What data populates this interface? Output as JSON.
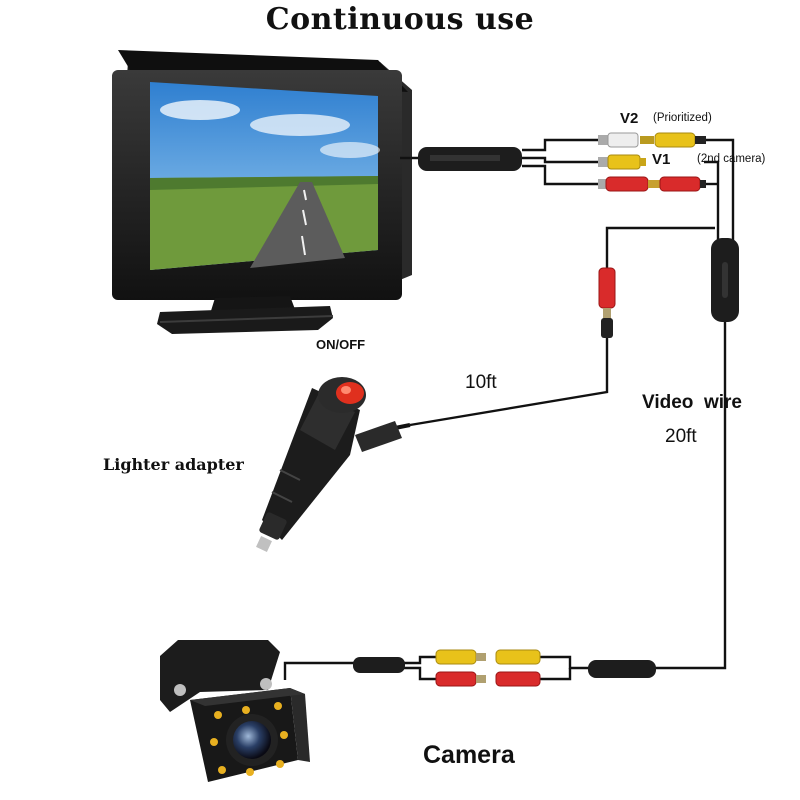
{
  "title": "Continuous use",
  "labels": {
    "v2": "V2",
    "v2_note": "(Prioritized)",
    "v1": "V1",
    "v1_note": "(2nd camera)",
    "on_off": "ON/OFF",
    "power_length": "10ft",
    "video_wire": "Video  wire",
    "video_length": "20ft",
    "lighter_adapter": "Lighter adapter",
    "camera": "Camera"
  },
  "colors": {
    "cable": "#111111",
    "rca_yellow": "#e8c21a",
    "rca_red": "#d92b2b",
    "rca_white": "#eeeeee",
    "switch_red": "#e0301e",
    "sky": "#3f8fd8",
    "grass": "#6f9a3c",
    "road": "#5c5c5c",
    "camera_led": "#e8b020"
  },
  "icons": [
    "monitor-icon",
    "cigarette-lighter-plug-icon",
    "backup-camera-icon",
    "rca-connector-icon",
    "power-plug-icon"
  ]
}
